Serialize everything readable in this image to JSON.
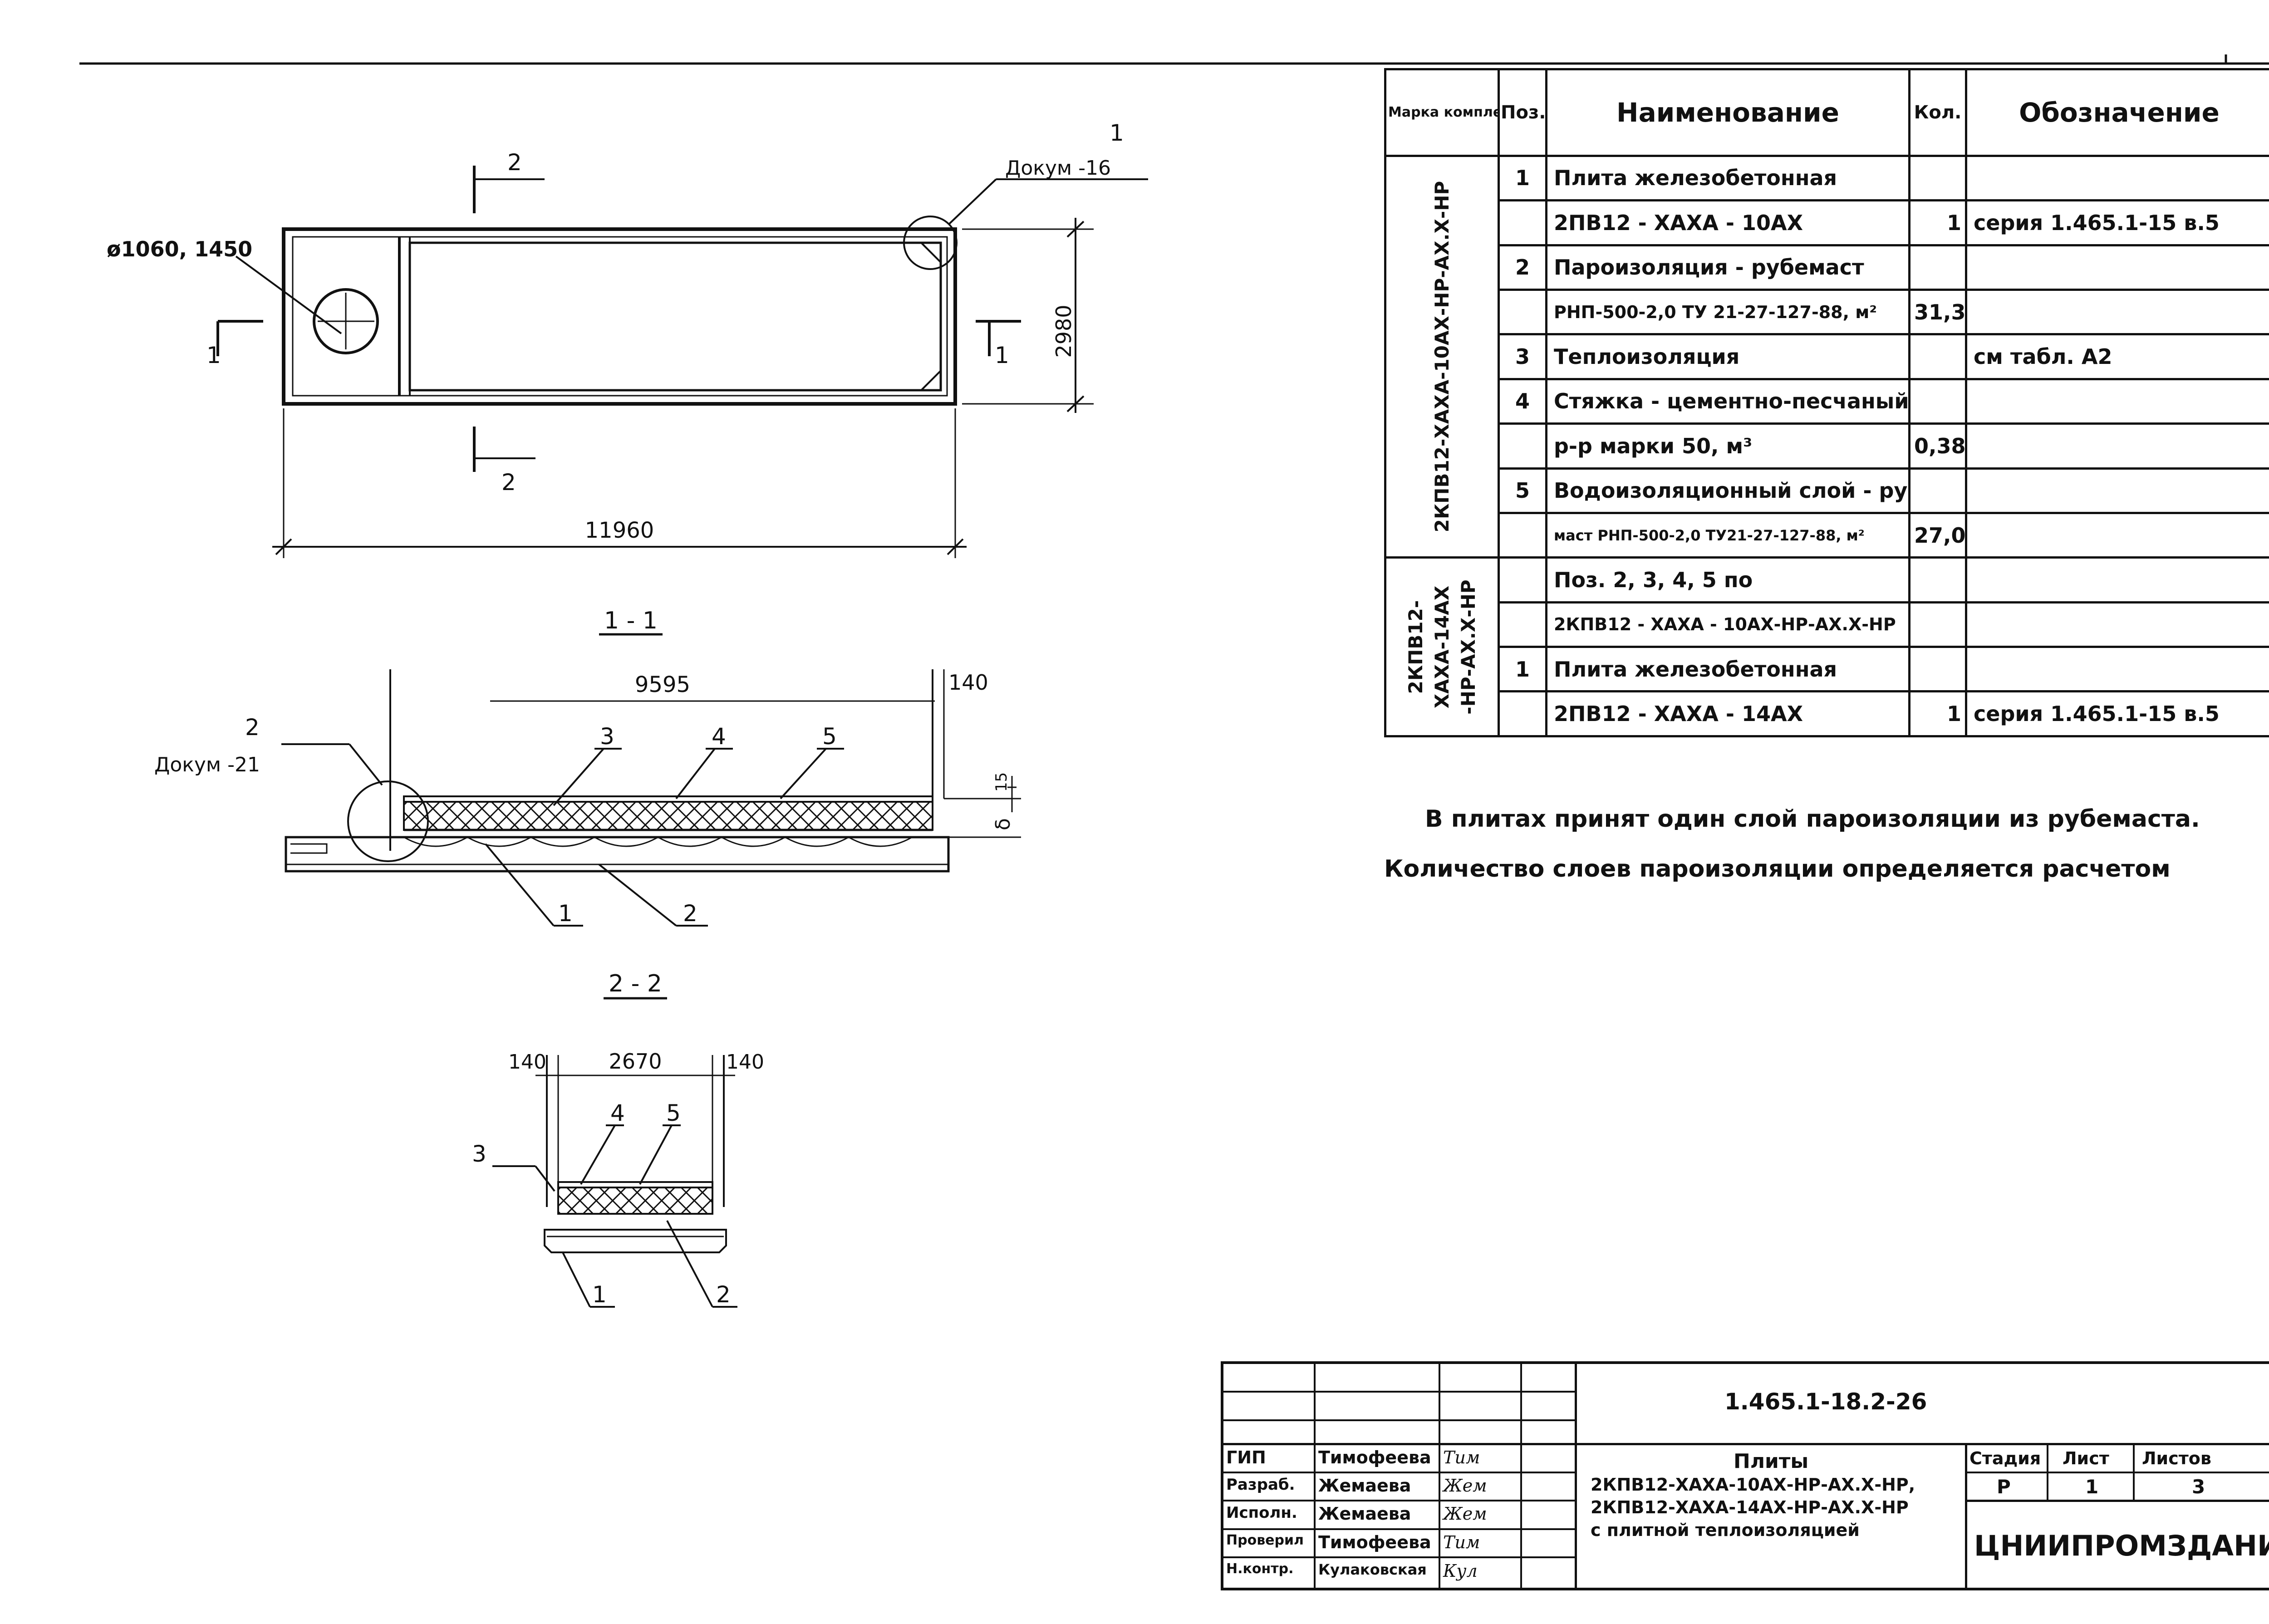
{
  "drawing": {
    "plan": {
      "hole_label": "ø1060, 1450",
      "section_mark_1": "1",
      "section_mark_2": "2",
      "detail_ref_num": "1",
      "detail_ref_doc": "Докум -16",
      "dim_height": "2980",
      "dim_length": "11960"
    },
    "section_1_1": {
      "title": "1 - 1",
      "dim_top": "9595",
      "dim_right": "140",
      "dim_15": "15",
      "dim_delta": "δ",
      "detail_ref_num": "2",
      "detail_ref_doc": "Докум -21",
      "pos": [
        "3",
        "4",
        "5",
        "1",
        "2"
      ]
    },
    "section_2_2": {
      "title": "2 - 2",
      "dim_left": "140",
      "dim_mid": "2670",
      "dim_right": "140",
      "pos": [
        "4",
        "5",
        "3",
        "1",
        "2"
      ]
    }
  },
  "spec_table": {
    "headers": {
      "mark": "Марка комплексной плиты",
      "pos": "Поз.",
      "name": "Наименование",
      "qty": "Кол.",
      "designation": "Обозначение"
    },
    "group1_mark": "2КПВ12-ХАХА-10АХ-НР-АХ.Х-НР",
    "group2_mark": "2КПВ12-ХАХА-14АХ -НР-АХ.Х-НР",
    "rows": [
      {
        "pos": "1",
        "name": "Плита железобетонная",
        "qty": "",
        "designation": ""
      },
      {
        "pos": "",
        "name": "2ПВ12 - ХАХА - 10АХ",
        "qty": "1",
        "designation": "серия 1.465.1-15 в.5"
      },
      {
        "pos": "2",
        "name": "Пароизоляция - рубемаст",
        "qty": "",
        "designation": ""
      },
      {
        "pos": "",
        "name": "РНП-500-2,0 ТУ 21-27-127-88, м²",
        "qty": "31,3",
        "designation": ""
      },
      {
        "pos": "3",
        "name": "Теплоизоляция",
        "qty": "",
        "designation": "см табл. А2"
      },
      {
        "pos": "4",
        "name": "Стяжка - цементно-песчаный",
        "qty": "",
        "designation": ""
      },
      {
        "pos": "",
        "name": "р-р марки 50,            м³",
        "qty": "0,38",
        "designation": ""
      },
      {
        "pos": "5",
        "name": "Водоизоляционный слой - рубе-",
        "qty": "",
        "designation": ""
      },
      {
        "pos": "",
        "name": "маст РНП-500-2,0 ТУ21-27-127-88, м²",
        "qty": "27,0",
        "designation": ""
      },
      {
        "pos": "",
        "name": "Поз. 2, 3, 4, 5  по",
        "qty": "",
        "designation": ""
      },
      {
        "pos": "",
        "name": "2КПВ12 - ХАХА - 10АХ-НР-АХ.Х-НР",
        "qty": "",
        "designation": ""
      },
      {
        "pos": "1",
        "name": "Плита железобетонная",
        "qty": "",
        "designation": ""
      },
      {
        "pos": "",
        "name": "2ПВ12 - ХАХА - 14АХ",
        "qty": "1",
        "designation": "серия 1.465.1-15 в.5"
      }
    ]
  },
  "notes": [
    "В плитах принят один слой пароизоляции из рубемаста.",
    "Количество слоев пароизоляции определяется расчетом"
  ],
  "title_block": {
    "doc_code": "1.465.1-18.2-26",
    "roles": [
      {
        "role": "ГИП",
        "name": "Тимофеева",
        "sign": "Тим"
      },
      {
        "role": "Разраб.",
        "name": "Жемаева",
        "sign": "Жем"
      },
      {
        "role": "Исполн.",
        "name": "Жемаева",
        "sign": "Жем"
      },
      {
        "role": "Проверил",
        "name": "Тимофеева",
        "sign": "Тим"
      },
      {
        "role": "Н.контр.",
        "name": "Кулаковская",
        "sign": "Кул"
      }
    ],
    "title_lines": [
      "Плиты",
      "2КПВ12-ХАХА-10АХ-НР-АХ.Х-НР,",
      "2КПВ12-ХАХА-14АХ-НР-АХ.Х-НР",
      "с плитной теплоизоляцией"
    ],
    "stage_label": "Стадия",
    "sheet_label": "Лист",
    "sheets_label": "Листов",
    "stage": "Р",
    "sheet": "1",
    "sheets": "3",
    "org": "ЦНИИПРОМЗДАНИЙ"
  }
}
